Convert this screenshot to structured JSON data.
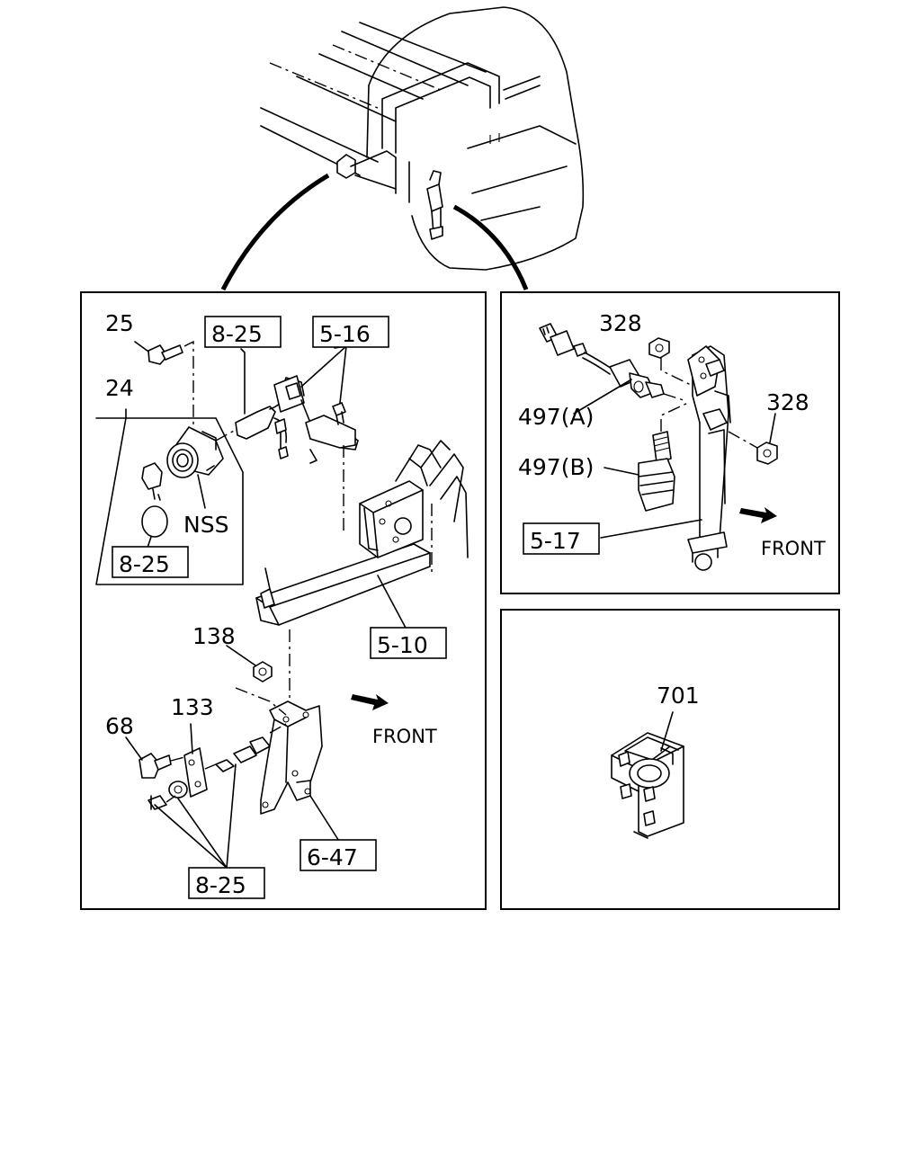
{
  "callouts": {
    "p25": "25",
    "p24": "24",
    "p8_25_top": "8-25",
    "p5_16": "5-16",
    "nss": "NSS",
    "p8_25_inset": "8-25",
    "p5_10": "5-10",
    "p138": "138",
    "p133": "133",
    "p68": "68",
    "front_left": "FRONT",
    "p6_47": "6-47",
    "p8_25_bottom": "8-25",
    "p328_top": "328",
    "p328_right": "328",
    "p497a": "497(A)",
    "p497b": "497(B)",
    "p5_17": "5-17",
    "front_right": "FRONT",
    "p701": "701"
  }
}
